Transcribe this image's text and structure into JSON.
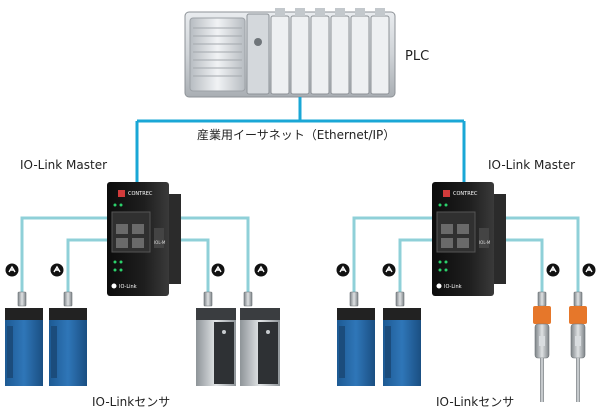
{
  "plc": {
    "label": "PLC"
  },
  "network": {
    "label": "産業用イーサネット（Ethernet/IP）",
    "color": "#1aa7d6"
  },
  "cable_color": "#8fd0d8",
  "masters": [
    {
      "label": "IO-Link Master",
      "brand": "CONTREC",
      "logo": "IO-Link",
      "model": "IOL-M"
    },
    {
      "label": "IO-Link Master",
      "brand": "CONTREC",
      "logo": "IO-Link",
      "model": "IOL-M"
    }
  ],
  "sensor_groups": [
    {
      "label": "IO-Linkセンサ"
    },
    {
      "label": "IO-Linkセンサ"
    }
  ],
  "icons": {
    "link": "io-link-badge-icon"
  }
}
